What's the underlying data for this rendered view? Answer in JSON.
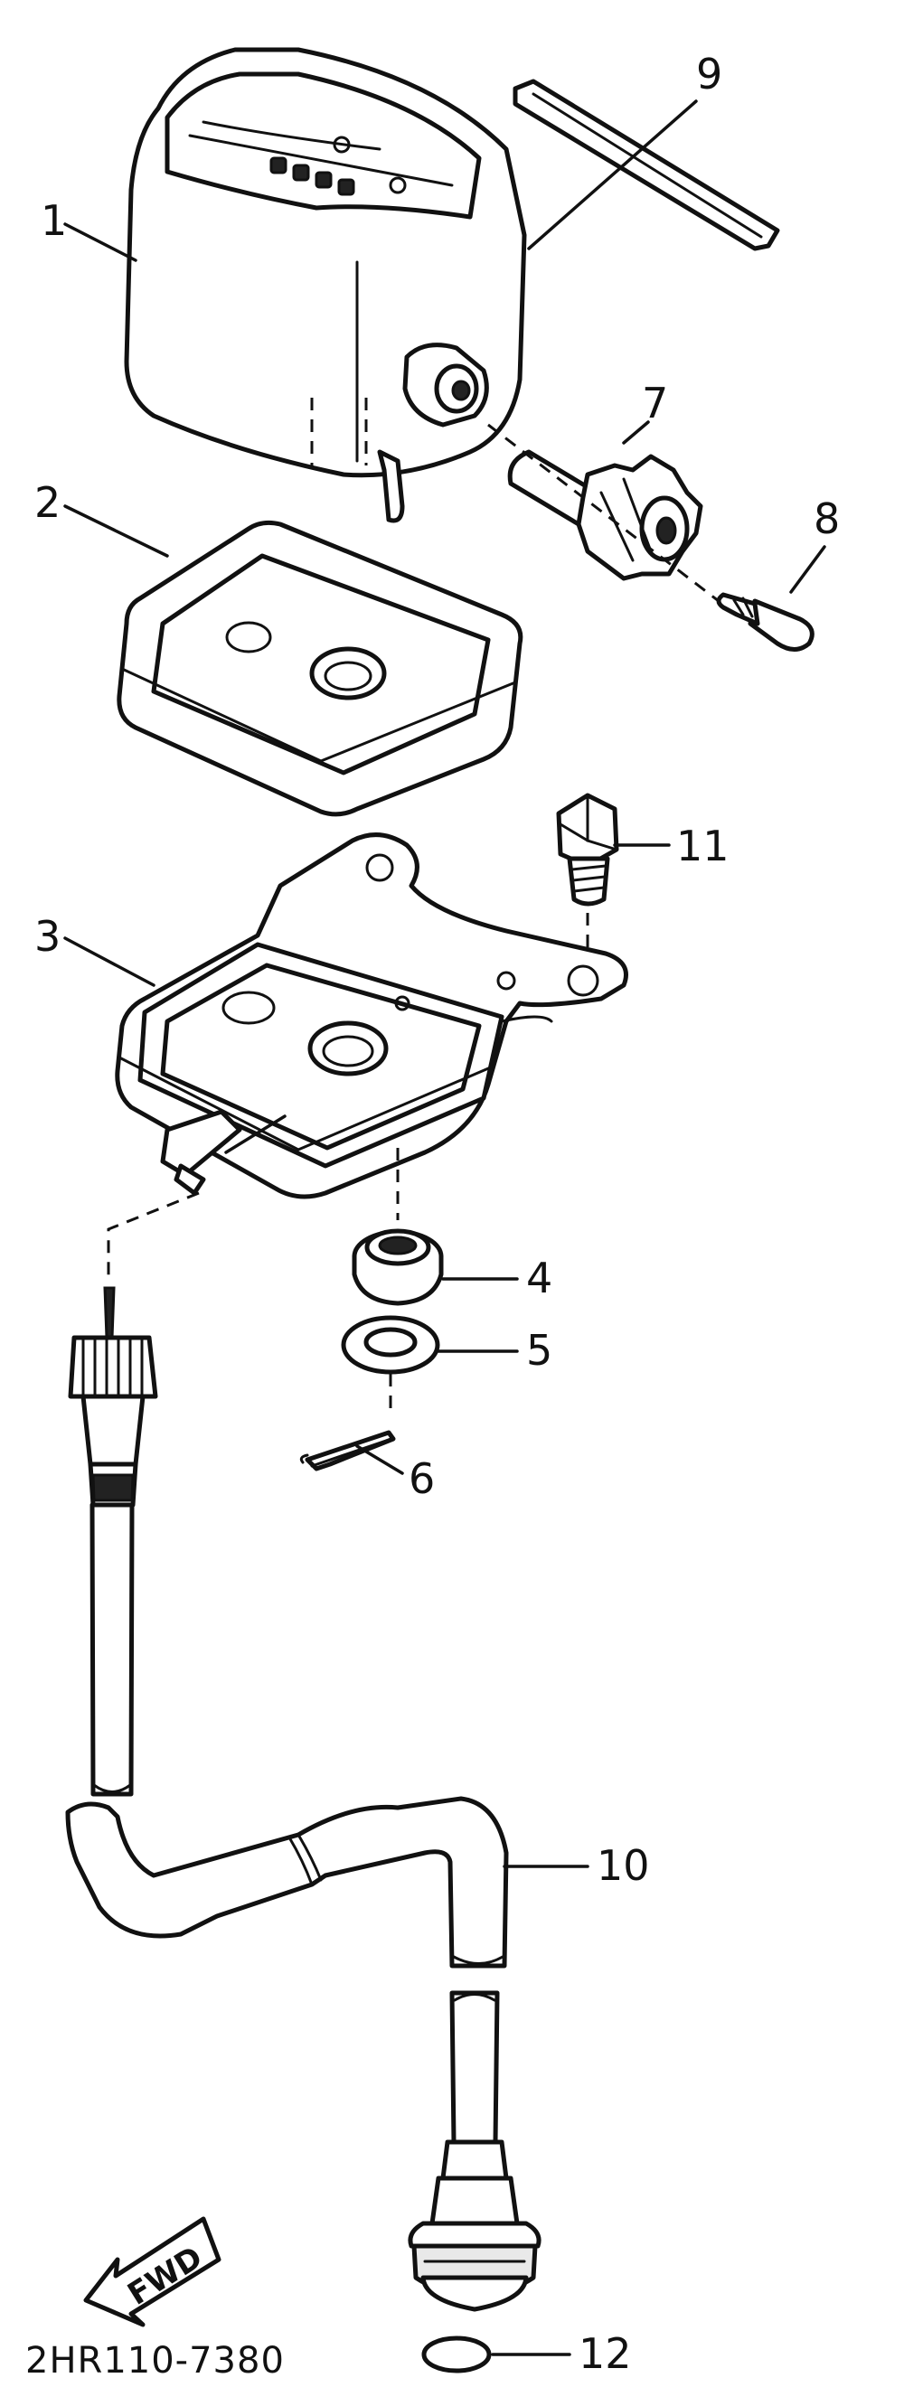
{
  "callouts": {
    "c1": "1",
    "c2": "2",
    "c3": "3",
    "c4": "4",
    "c5": "5",
    "c6": "6",
    "c7": "7",
    "c8": "8",
    "c9": "9",
    "c10": "10",
    "c11": "11",
    "c12": "12"
  },
  "direction_label": "FWD",
  "drawing_code": "2HR110-7380"
}
